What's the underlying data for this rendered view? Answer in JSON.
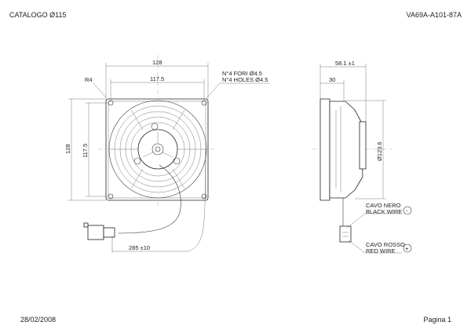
{
  "header": {
    "catalog": "CATALOGO Ø115",
    "code": "VA69A-A101-87A"
  },
  "footer": {
    "date": "28/02/2008",
    "page": "Pagina 1"
  },
  "front_view": {
    "width_dim": "128",
    "hole_spacing_dim": "117.5",
    "radius_label": "R4",
    "holes_note_it": "N°4 FORI  Ø4.5",
    "holes_note_en": "N°4 HOLES  Ø4.5",
    "height_dim": "128",
    "hole_spacing_v_dim": "117.5",
    "cable_length": "285 ±10"
  },
  "side_view": {
    "depth_dim": "58.1 ±1",
    "frame_depth_dim": "30",
    "diameter_dim": "Ø123.6",
    "black_wire_it": "CAVO NERO",
    "black_wire_en": "BLACK WIRE",
    "black_symbol": "-",
    "red_wire_it": "CAVO ROSSO",
    "red_wire_en": "RED WIRE",
    "red_symbol": "+"
  }
}
